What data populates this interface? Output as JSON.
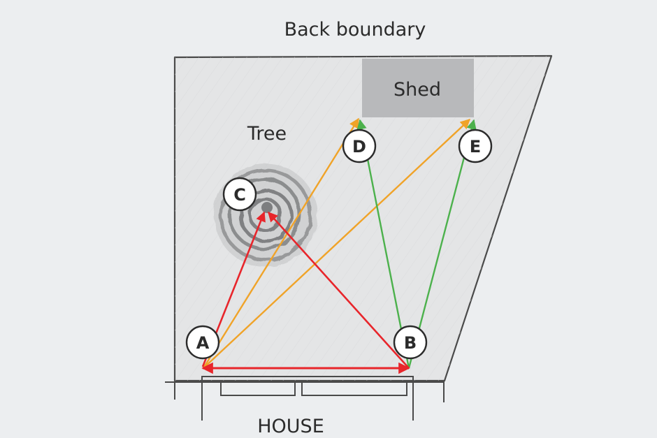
{
  "labels": {
    "back_boundary": "Back boundary",
    "shed": "Shed",
    "tree": "Tree",
    "house": "HOUSE"
  },
  "points": {
    "A": "A",
    "B": "B",
    "C": "C",
    "D": "D",
    "E": "E"
  },
  "colors": {
    "background": "#eceef0",
    "yard_fill": "#e4e5e6",
    "shed_fill": "#b8b9bb",
    "red_line": "#e8252b",
    "orange_line": "#f0a328",
    "green_line": "#4cb14c",
    "outline": "#4a4a4a"
  }
}
